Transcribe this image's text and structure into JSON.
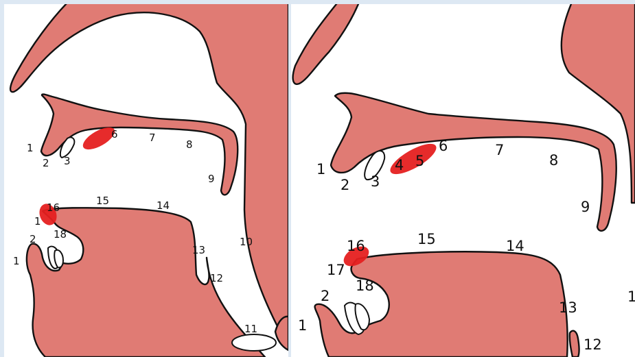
{
  "colors": {
    "tissue": "#e07b74",
    "highlight": "#e52020",
    "background": "#dde8f3"
  },
  "left_panel": {
    "labels": {
      "n1_upper": "1",
      "n2_upper": "2",
      "n3": "3",
      "n6": "6",
      "n7": "7",
      "n8": "8",
      "n9": "9",
      "n10": "10",
      "n11": "11",
      "n12": "12",
      "n13": "13",
      "n14": "14",
      "n15": "15",
      "n16": "16",
      "n17": "1",
      "n18": "18",
      "n2_lower": "2",
      "n1_lower": "1"
    }
  },
  "right_panel": {
    "labels": {
      "n1_upper": "1",
      "n2_upper": "2",
      "n3": "3",
      "n4": "4",
      "n5": "5",
      "n6": "6",
      "n7": "7",
      "n8": "8",
      "n9": "9",
      "n12": "12",
      "n13": "13",
      "n14": "14",
      "n15": "15",
      "n16": "16",
      "n17": "17",
      "n18": "18",
      "n2_lower": "2",
      "n1_lower": "1",
      "n_edge": "1"
    }
  }
}
